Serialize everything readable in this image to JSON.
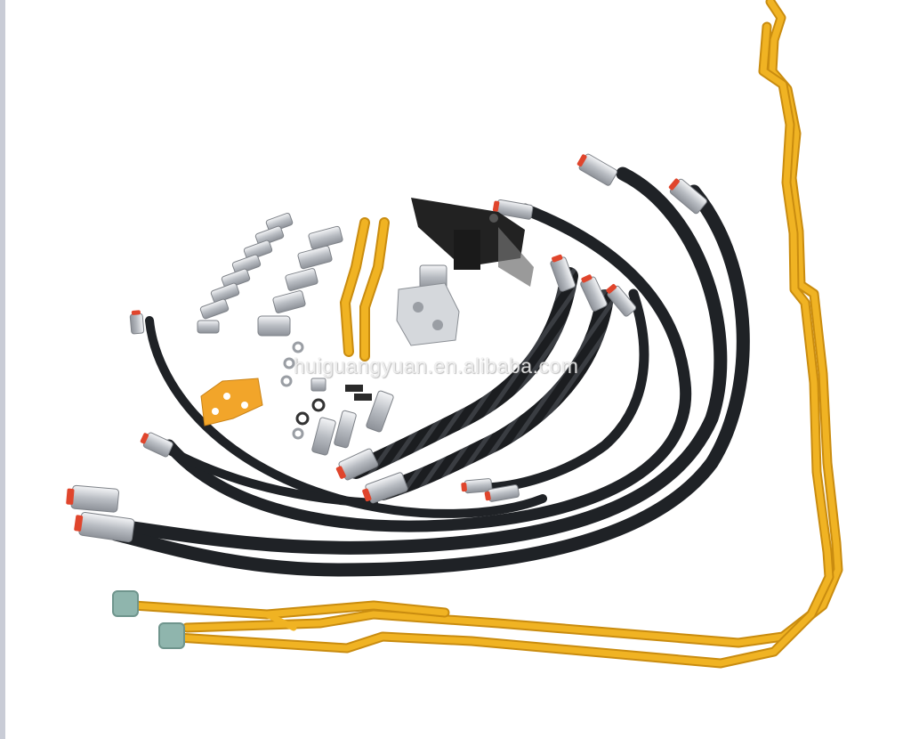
{
  "image": {
    "watermark_text": "huiguangyuan.en.alibaba.com",
    "colors": {
      "background": "#ffffff",
      "hose_black": "#1f2226",
      "steel_yellow": "#f0b323",
      "steel_yellow_dark": "#c98c10",
      "fitting_silver": "#c8ccd1",
      "cap_red": "#e0452c",
      "cap_teal": "#8fb5ad",
      "bracket_black": "#222222",
      "plate_orange": "#f2a52a"
    },
    "objects": [
      "black-hydraulic-hoses",
      "spiral-guard-hoses",
      "yellow-steel-pipes",
      "metal-fittings",
      "valve-block",
      "black-mounting-bracket",
      "orange-clamp-plates",
      "bolts-and-washers"
    ]
  }
}
